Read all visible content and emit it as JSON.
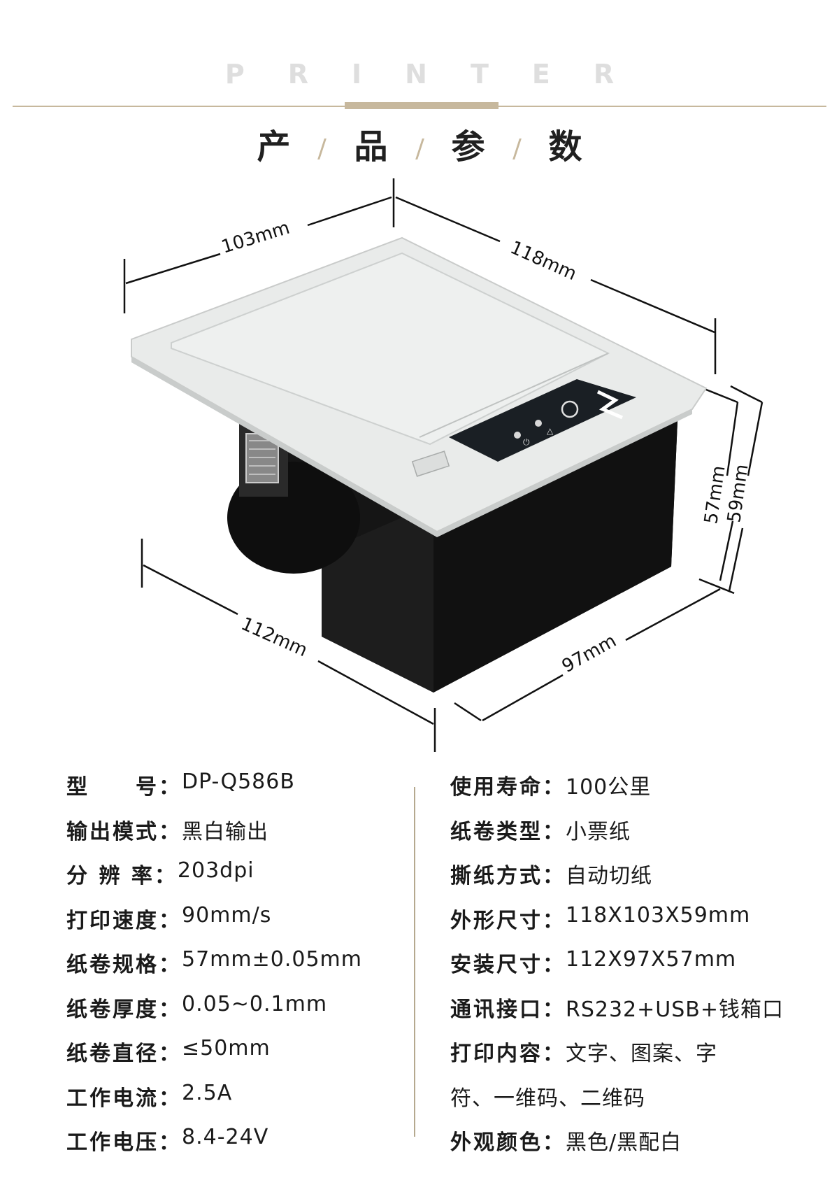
{
  "header": {
    "word": "PRINTER",
    "title_chars": [
      "产",
      "品",
      "参",
      "数"
    ]
  },
  "dimensions": {
    "top_left": "103mm",
    "top_right": "118mm",
    "height_inner": "57mm",
    "height_outer": "59mm",
    "bottom_left": "112mm",
    "bottom_right": "97mm"
  },
  "specs_left": [
    {
      "label": "型　　号：",
      "value": "DP-Q586B"
    },
    {
      "label": "输出模式：",
      "value": "黑白输出"
    },
    {
      "label": "分 辨 率：",
      "value": "203dpi"
    },
    {
      "label": "打印速度：",
      "value": "90mm/s"
    },
    {
      "label": "纸卷规格：",
      "value": "57mm±0.05mm"
    },
    {
      "label": "纸卷厚度：",
      "value": "0.05~0.1mm"
    },
    {
      "label": "纸卷直径：",
      "value": "≤50mm"
    },
    {
      "label": "工作电流：",
      "value": "2.5A"
    },
    {
      "label": "工作电压：",
      "value": "8.4-24V"
    }
  ],
  "specs_right": [
    {
      "label": "使用寿命：",
      "value": "100公里"
    },
    {
      "label": "纸卷类型：",
      "value": "小票纸"
    },
    {
      "label": "撕纸方式：",
      "value": "自动切纸"
    },
    {
      "label": "外形尺寸：",
      "value": "118X103X59mm"
    },
    {
      "label": "安装尺寸：",
      "value": "112X97X57mm"
    },
    {
      "label": "通讯接口：",
      "value": "RS232+USB+钱箱口"
    },
    {
      "label": "打印内容：",
      "value": "文字、图案、字"
    },
    {
      "label": "",
      "value": "符、一维码、二维码"
    },
    {
      "label": "外观颜色：",
      "value": "黑色/黑配白"
    }
  ],
  "colors": {
    "accent": "#c7b89d",
    "panel_white": "#e9ebea",
    "body_black": "#151515"
  }
}
